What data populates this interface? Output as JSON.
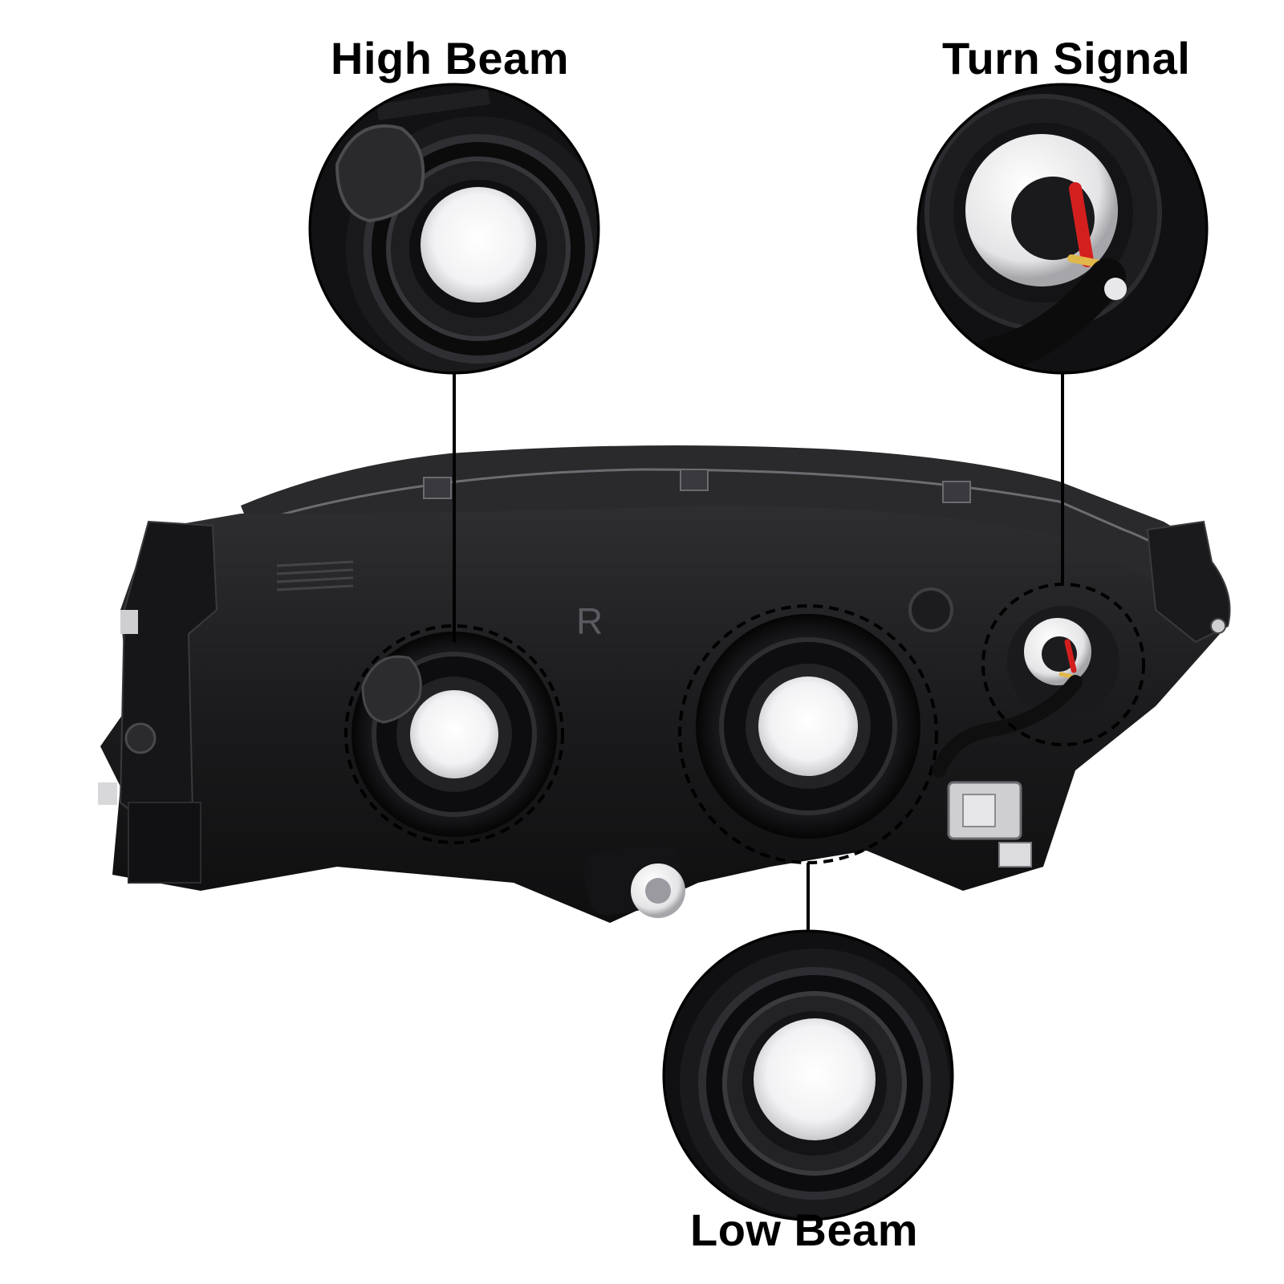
{
  "labels": {
    "high_beam": "High Beam",
    "turn_signal": "Turn Signal",
    "low_beam": "Low Beam"
  },
  "housing": {
    "mark": "R"
  },
  "colors": {
    "housing": "#1c1c1e",
    "housing_dark": "#0c0c0d",
    "lens": "#f4f4f6",
    "callout_line": "#000000",
    "wire_red": "#d41f1f",
    "wire_yellow": "#e0b84a"
  }
}
